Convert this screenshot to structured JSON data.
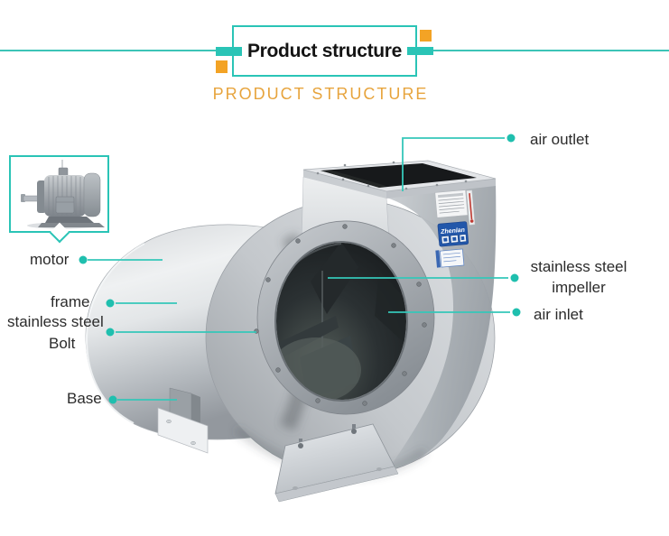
{
  "header": {
    "title": "Product structure",
    "subtitle": "PRODUCT STRUCTURE"
  },
  "theme": {
    "accent_teal": "#2ac4b6",
    "accent_orange": "#f3a325",
    "subtitle_orange": "#e7a43d",
    "leader_line_teal": "#35c7b9",
    "label_color": "#2b2b2b"
  },
  "callouts": {
    "air_outlet": {
      "label": "air outlet"
    },
    "motor": {
      "label": "motor"
    },
    "frame": {
      "label": "frame"
    },
    "stainless_steel": {
      "label": "stainless steel"
    },
    "bolt": {
      "label": "Bolt"
    },
    "base": {
      "label": "Base"
    },
    "impeller": {
      "line1": "stainless steel",
      "line2": "impeller"
    },
    "air_inlet": {
      "label": "air inlet"
    }
  },
  "product": {
    "sticker_logo": "Zhenlan"
  }
}
